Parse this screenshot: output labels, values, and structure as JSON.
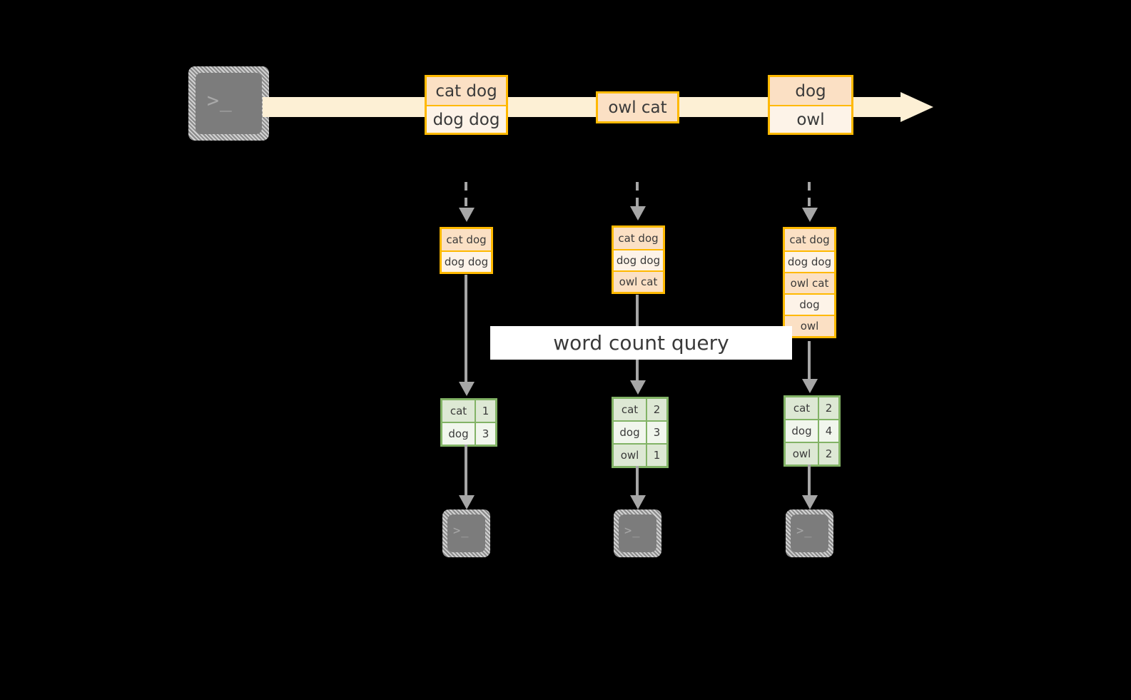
{
  "diagram": {
    "title_label": "word count query",
    "colors": {
      "background": "#000000",
      "stream_fill": "#fdf0d5",
      "message_border": "#ffb900",
      "message_row_dark": "#fbe0c4",
      "message_row_light": "#fdf3e8",
      "result_border": "#82b366",
      "result_row_dark": "#dde8d4",
      "result_row_light": "#f1f6ed",
      "arrow": "#a6a6a6",
      "terminal_face": "#7c7c7c",
      "label_band": "#ffffff"
    },
    "producer": {
      "icon": "terminal-icon",
      "prompt_glyph": ">_"
    },
    "stream": {
      "direction_icon": "arrow-right-icon",
      "messages": [
        {
          "rows": [
            {
              "text": "cat dog",
              "shade": "dark"
            },
            {
              "text": "dog dog",
              "shade": "light"
            }
          ]
        },
        {
          "rows": [
            {
              "text": "owl cat",
              "shade": "dark"
            }
          ]
        },
        {
          "rows": [
            {
              "text": "dog",
              "shade": "dark"
            },
            {
              "text": "owl",
              "shade": "light"
            }
          ]
        }
      ]
    },
    "snapshots": [
      {
        "name": "snapshot-1",
        "ingest_icon": "arrow-down-dashed-icon",
        "table": {
          "rows": [
            {
              "text": "cat dog",
              "shade": "dark"
            },
            {
              "text": "dog dog",
              "shade": "light"
            }
          ]
        },
        "result": {
          "rows": [
            {
              "word": "cat",
              "count": "1",
              "shade": "dark"
            },
            {
              "word": "dog",
              "count": "3",
              "shade": "light"
            }
          ]
        },
        "consumer": {
          "icon": "terminal-icon",
          "prompt_glyph": ">_"
        }
      },
      {
        "name": "snapshot-2",
        "ingest_icon": "arrow-down-dashed-icon",
        "table": {
          "rows": [
            {
              "text": "cat dog",
              "shade": "dark"
            },
            {
              "text": "dog dog",
              "shade": "light"
            },
            {
              "text": "owl cat",
              "shade": "dark"
            }
          ]
        },
        "result": {
          "rows": [
            {
              "word": "cat",
              "count": "2",
              "shade": "dark"
            },
            {
              "word": "dog",
              "count": "3",
              "shade": "light"
            },
            {
              "word": "owl",
              "count": "1",
              "shade": "dark"
            }
          ]
        },
        "consumer": {
          "icon": "terminal-icon",
          "prompt_glyph": ">_"
        }
      },
      {
        "name": "snapshot-3",
        "ingest_icon": "arrow-down-dashed-icon",
        "table": {
          "rows": [
            {
              "text": "cat dog",
              "shade": "dark"
            },
            {
              "text": "dog dog",
              "shade": "light"
            },
            {
              "text": "owl cat",
              "shade": "dark"
            },
            {
              "text": "dog",
              "shade": "light"
            },
            {
              "text": "owl",
              "shade": "dark"
            }
          ]
        },
        "result": {
          "rows": [
            {
              "word": "cat",
              "count": "2",
              "shade": "dark"
            },
            {
              "word": "dog",
              "count": "4",
              "shade": "light"
            },
            {
              "word": "owl",
              "count": "2",
              "shade": "dark"
            }
          ]
        },
        "consumer": {
          "icon": "terminal-icon",
          "prompt_glyph": ">_"
        }
      }
    ]
  }
}
